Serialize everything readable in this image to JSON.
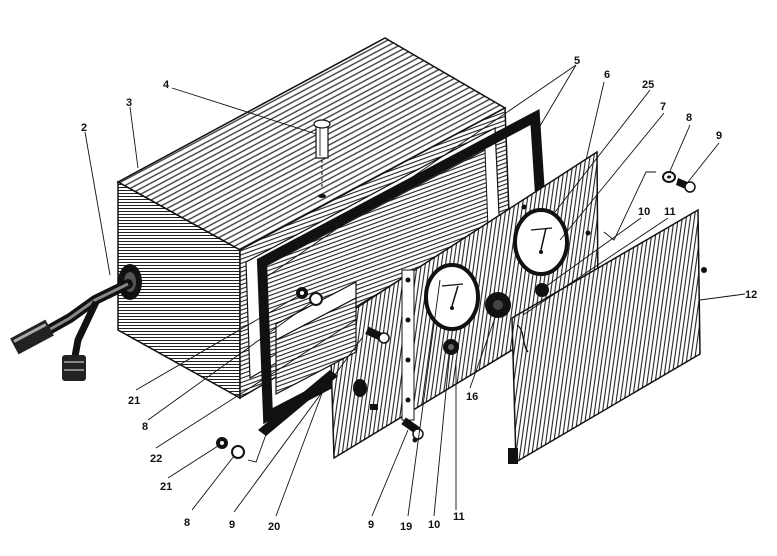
{
  "callouts": {
    "c2": "2",
    "c3": "3",
    "c4": "4",
    "c5": "5",
    "c6": "6",
    "c25": "25",
    "c7": "7",
    "c8a": "8",
    "c9a": "9",
    "c10a": "10",
    "c11a": "11",
    "c12": "12",
    "c21a": "21",
    "c8b": "8",
    "c22": "22",
    "c21b": "21",
    "c8c": "8",
    "c9b": "9",
    "c20": "20",
    "c9c": "9",
    "c19": "19",
    "c10b": "10",
    "c11b": "11",
    "c16": "16"
  },
  "colors": {
    "ink": "#111111",
    "paper": "#ffffff"
  }
}
